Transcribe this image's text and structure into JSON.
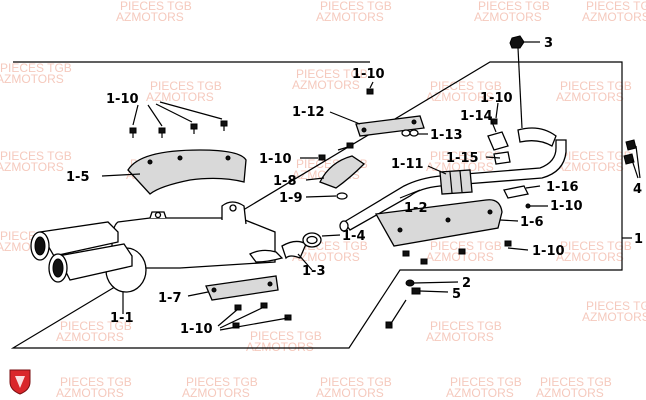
{
  "watermark": {
    "line1": "PIECES TGB",
    "line2": "AZMOTORS",
    "color": "#f2b8a8"
  },
  "brand_logo": {
    "icon": "shield-logo-icon",
    "color": "#d9262a"
  },
  "labels": {
    "p1": "1",
    "p1_1": "1-1",
    "p1_2": "1-2",
    "p1_3": "1-3",
    "p1_4": "1-4",
    "p1_5": "1-5",
    "p1_6": "1-6",
    "p1_7": "1-7",
    "p1_8": "1-8",
    "p1_9": "1-9",
    "p1_10_a": "1-10",
    "p1_10_b": "1-10",
    "p1_10_c": "1-10",
    "p1_10_d": "1-10",
    "p1_10_e": "1-10",
    "p1_10_f": "1-10",
    "p1_10_g": "1-10",
    "p1_11": "1-11",
    "p1_12": "1-12",
    "p1_13": "1-13",
    "p1_14": "1-14",
    "p1_15": "1-15",
    "p1_16": "1-16",
    "p2": "2",
    "p3": "3",
    "p4": "4",
    "p5": "5"
  }
}
